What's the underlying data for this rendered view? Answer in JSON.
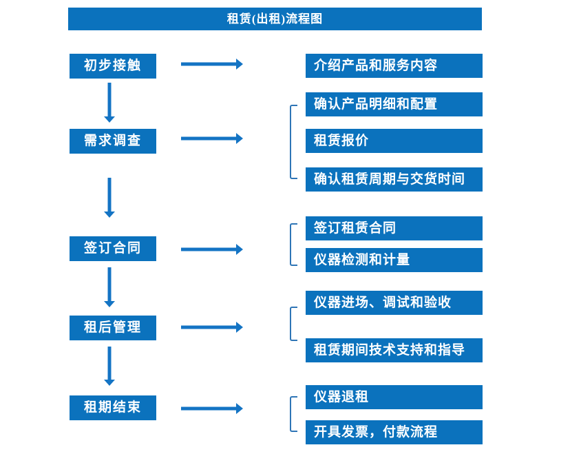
{
  "title": "租赁(出租)流程图",
  "colors": {
    "box_blue": "#0b72bd",
    "arrow_blue": "#1474c4",
    "bracket_blue": "#2e75b6",
    "text_white": "#ffffff"
  },
  "flow": [
    {
      "step": "初步接触",
      "details": [
        "介绍产品和服务内容"
      ]
    },
    {
      "step": "需求调查",
      "details": [
        "确认产品明细和配置",
        "租赁报价",
        "确认租赁周期与交货时间"
      ]
    },
    {
      "step": "签订合同",
      "details": [
        "签订租赁合同",
        "仪器检测和计量"
      ]
    },
    {
      "step": "租后管理",
      "details": [
        "仪器进场、调试和验收",
        "租赁期间技术支持和指导"
      ]
    },
    {
      "step": "租期结束",
      "details": [
        "仪器退租",
        "开具发票，付款流程"
      ]
    }
  ]
}
